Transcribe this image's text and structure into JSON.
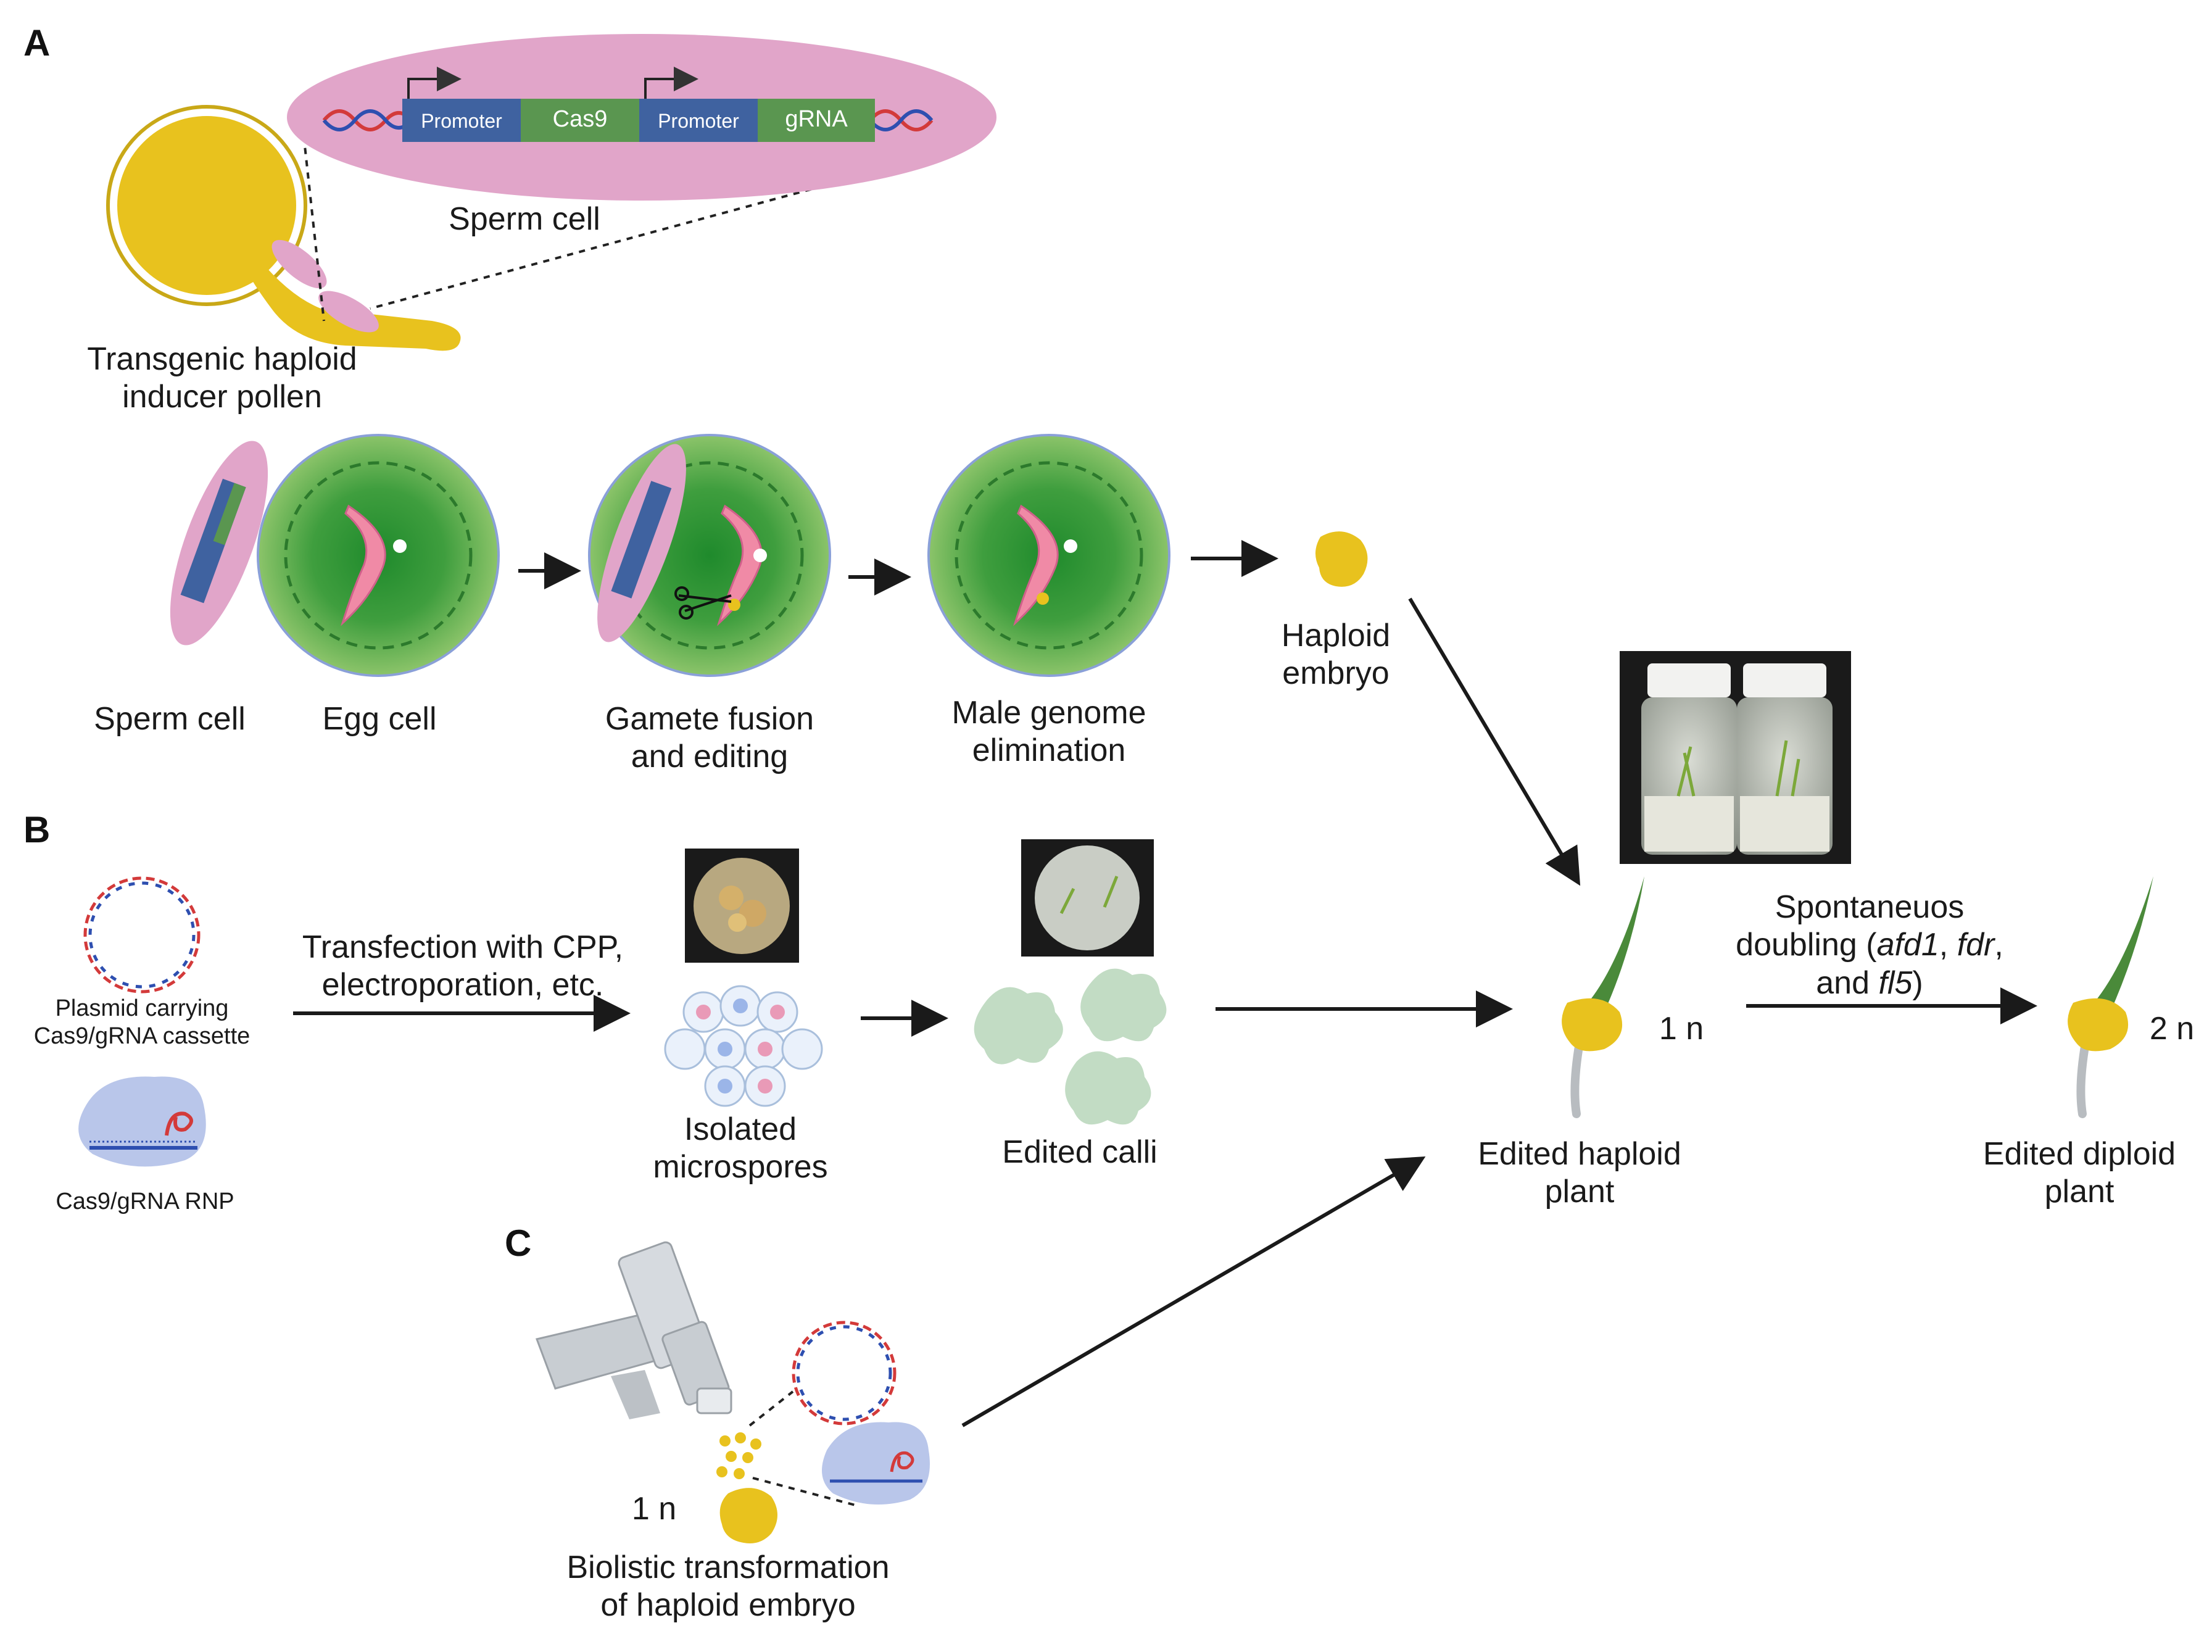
{
  "panels": {
    "a": "A",
    "b": "B",
    "c": "C"
  },
  "cassette": {
    "promoter1": "Promoter",
    "gene1": "Cas9",
    "promoter2": "Promoter",
    "gene2": "gRNA"
  },
  "labels": {
    "sperm_cell_top": "Sperm cell",
    "pollen_line1": "Transgenic haploid",
    "pollen_line2": "inducer pollen",
    "sperm_cell": "Sperm cell",
    "egg_cell": "Egg cell",
    "fusion_line1": "Gamete fusion",
    "fusion_line2": "and editing",
    "elim_line1": "Male genome",
    "elim_line2": "elimination",
    "haploid_embryo_line1": "Haploid",
    "haploid_embryo_line2": "embryo",
    "plasmid_line1": "Plasmid carrying",
    "plasmid_line2": "Cas9/gRNA cassette",
    "rnp": "Cas9/gRNA RNP",
    "transfect_line1": "Transfection with CPP,",
    "transfect_line2": "electroporation, etc.",
    "microspores_line1": "Isolated",
    "microspores_line2": "microspores",
    "calli": "Edited calli",
    "doubling_line1": "Spontaneuos",
    "doubling_pre": "doubling (",
    "gene_afd1": "afd1",
    "comma1": ", ",
    "gene_fdr": "fdr",
    "comma2": ",",
    "doubling_and": "and ",
    "gene_fl5": "fl5",
    "close_paren": ")",
    "ploidy_haploid": "1 n",
    "ploidy_diploid": "2 n",
    "ploidy_embryo": "1 n",
    "haploid_plant_line1": "Edited haploid",
    "haploid_plant_line2": "plant",
    "diploid_plant_line1": "Edited diploid",
    "diploid_plant_line2": "plant",
    "biolistic_line1": "Biolistic transformation",
    "biolistic_line2": "of haploid embryo"
  },
  "colors": {
    "pollen": "#e8c21e",
    "sperm": "#e1a5c9",
    "egg_outer": "#8cc46a",
    "egg_inner": "#2f9a3a",
    "promoter": "#3f62a0",
    "gene": "#5a9650",
    "chromosome": "#f08aa6",
    "callus": "#c2dcc4",
    "arrow": "#1a1a1a"
  }
}
